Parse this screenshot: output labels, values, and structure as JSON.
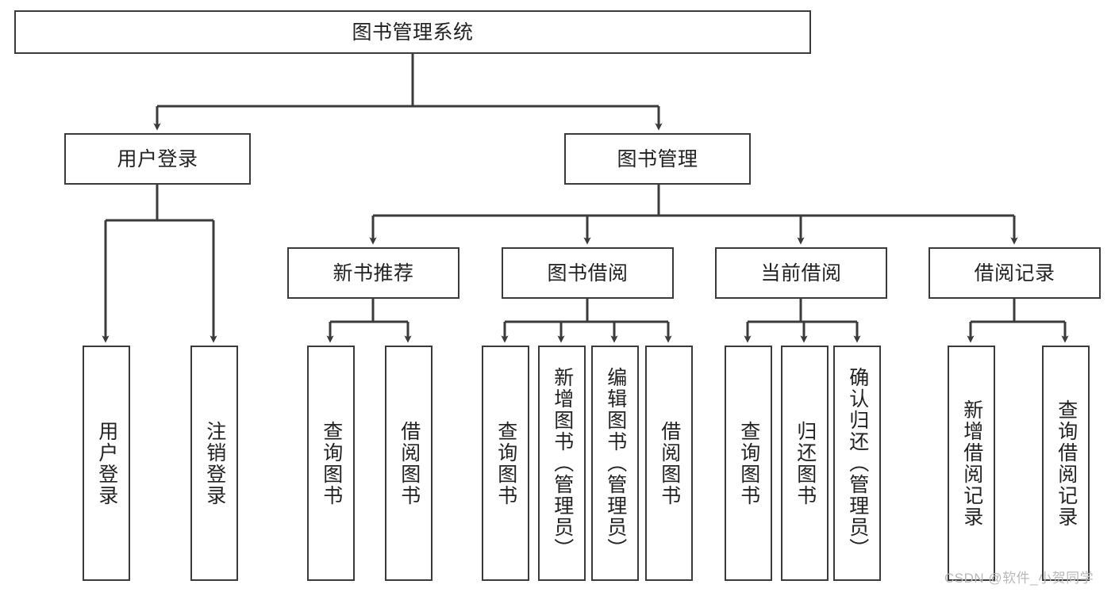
{
  "diagram": {
    "type": "tree",
    "title": "图书管理系统",
    "orientation": "top-down",
    "colors": {
      "box_border": "#3b3b3b",
      "box_fill": "#ffffff",
      "connector": "#3b3b3b",
      "text": "#222222",
      "watermark": "#b9b9b9"
    },
    "root": {
      "label": "图书管理系统",
      "level": 0
    },
    "level2": [
      {
        "label": "用户登录",
        "level": 1
      },
      {
        "label": "图书管理",
        "level": 1
      }
    ],
    "level3": [
      {
        "label": "新书推荐",
        "level": 2
      },
      {
        "label": "图书借阅",
        "level": 2
      },
      {
        "label": "当前借阅",
        "level": 2
      },
      {
        "label": "借阅记录",
        "level": 2
      }
    ],
    "leaves": {
      "user_login": [
        {
          "label": "用户登录"
        },
        {
          "label": "注销登录"
        }
      ],
      "new_book_recommend": [
        {
          "label": "查询图书"
        },
        {
          "label": "借阅图书"
        }
      ],
      "book_borrow": [
        {
          "label": "查询图书"
        },
        {
          "label": "新增图书（管理员）"
        },
        {
          "label": "编辑图书（管理员）"
        },
        {
          "label": "借阅图书"
        }
      ],
      "current_borrow": [
        {
          "label": "查询图书"
        },
        {
          "label": "归还图书"
        },
        {
          "label": "确认归还（管理员）"
        }
      ],
      "borrow_record": [
        {
          "label": "新增借阅记录"
        },
        {
          "label": "查询借阅记录"
        }
      ]
    }
  },
  "watermark": {
    "text": "CSDN @软件_小贺同学"
  }
}
